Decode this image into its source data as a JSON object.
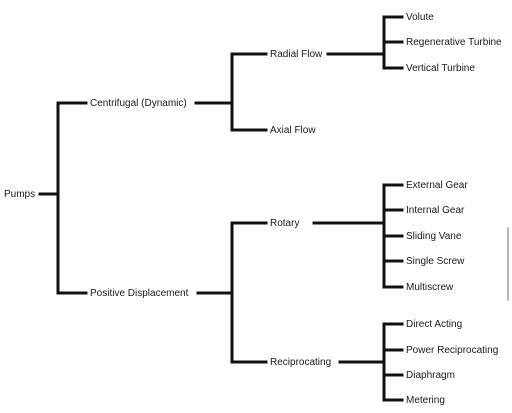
{
  "tree": {
    "root": "Pumps",
    "branches": [
      {
        "label": "Centrifugal (Dynamic)",
        "groups": [
          {
            "label": "Radial Flow",
            "items": [
              "Volute",
              "Regenerative Turbine",
              "Vertical Turbine"
            ]
          },
          {
            "label": "Axial Flow",
            "items": []
          }
        ]
      },
      {
        "label": "Positive Displacement",
        "groups": [
          {
            "label": "Rotary",
            "items": [
              "External Gear",
              "Internal Gear",
              "Sliding Vane",
              "Single Screw",
              "Multiscrew"
            ]
          },
          {
            "label": "Reciprocating",
            "items": [
              "Direct Acting",
              "Power Reciprocating",
              "Diaphragm",
              "Metering"
            ]
          }
        ]
      }
    ]
  }
}
